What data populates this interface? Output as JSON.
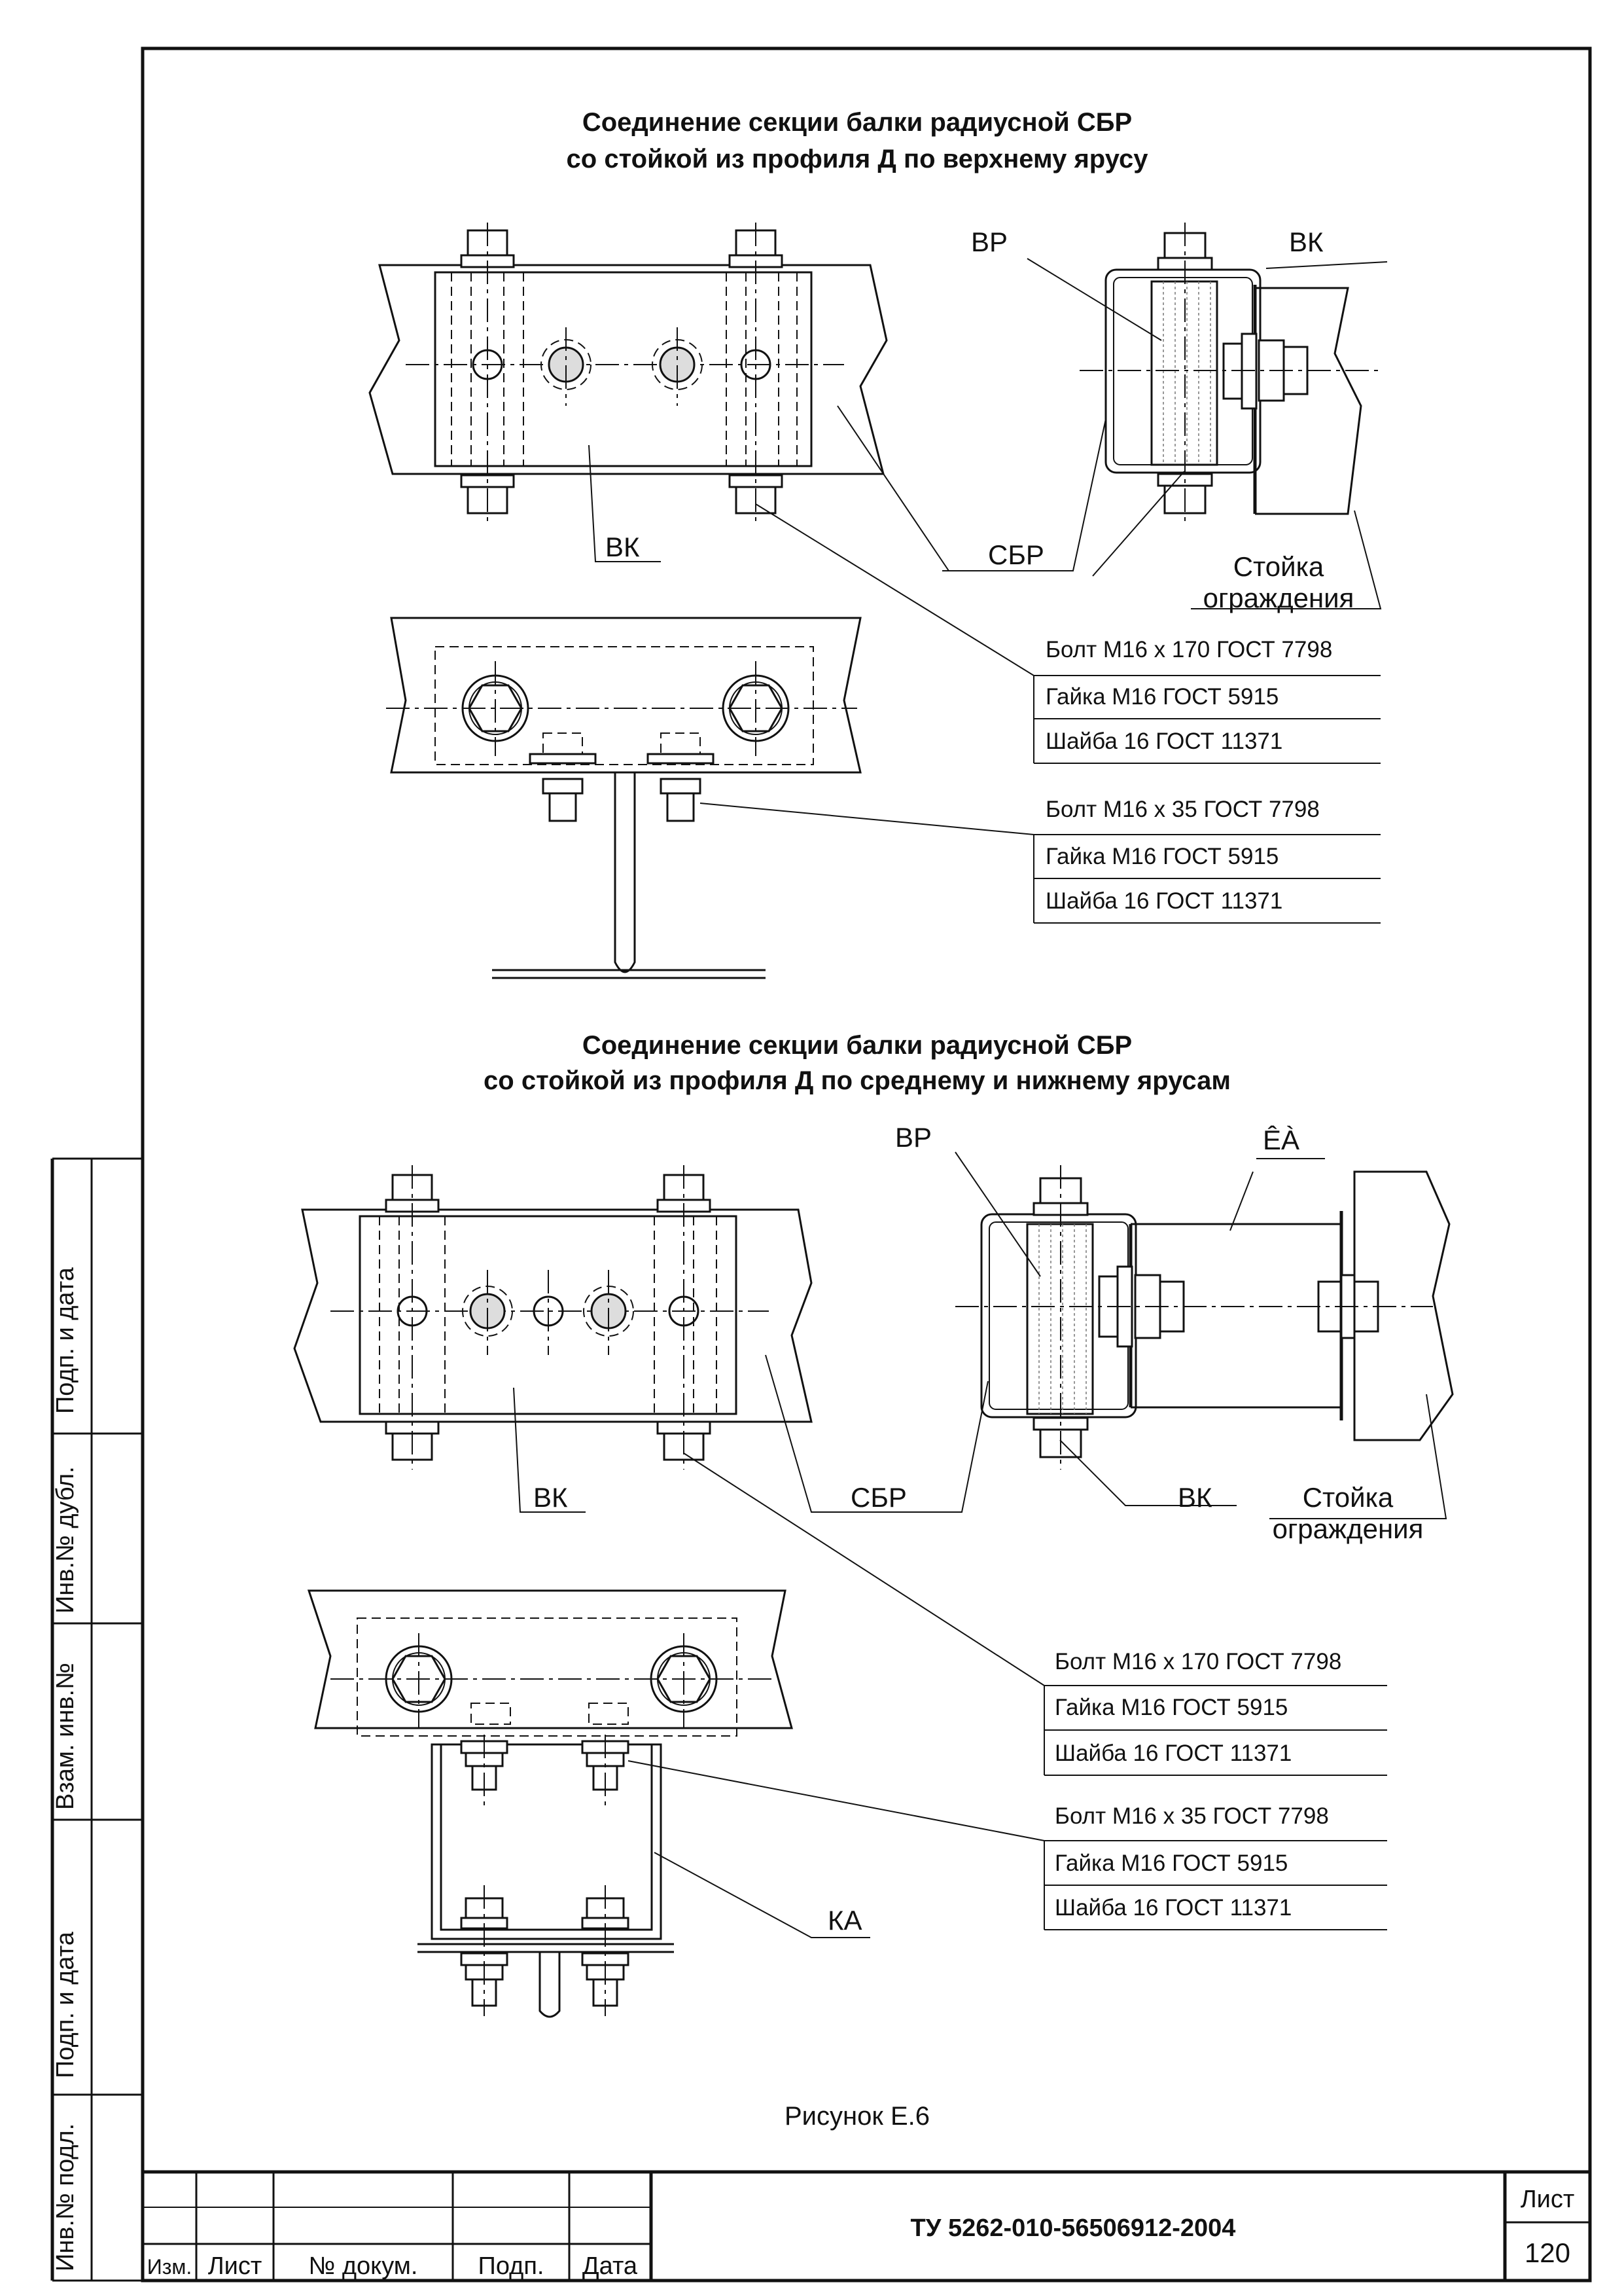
{
  "top": {
    "title_line1": "Соединение секции балки радиусной СБР",
    "title_line2": "со стойкой из профиля Д по верхнему ярусу",
    "labels": {
      "vk_front": "ВК",
      "vr": "ВР",
      "vk_side": "ВК",
      "sbr": "СБР",
      "stoyka_1": "Стойка",
      "stoyka_2": "ограждения"
    },
    "spec_long": [
      "Болт М16 х 170 ГОСТ 7798",
      "Гайка М16 ГОСТ 5915",
      "Шайба 16 ГОСТ 11371"
    ],
    "spec_short": [
      "Болт М16 х 35 ГОСТ 7798",
      "Гайка М16 ГОСТ 5915",
      "Шайба 16 ГОСТ 11371"
    ]
  },
  "bottom": {
    "title_line1": "Соединение секции балки радиусной СБР",
    "title_line2": "со стойкой из профиля Д по среднему и нижнему ярусам",
    "labels": {
      "vr": "ВР",
      "ka_garbled": "ÊÀ",
      "vk_front": "ВК",
      "sbr": "СБР",
      "vk_side": "ВК",
      "stoyka_1": "Стойка",
      "stoyka_2": "ограждения",
      "ka": "КА"
    },
    "spec_long": [
      "Болт М16 х 170 ГОСТ 7798",
      "Гайка М16 ГОСТ 5915",
      "Шайба 16 ГОСТ 11371"
    ],
    "spec_short": [
      "Болт М16 х 35 ГОСТ 7798",
      "Гайка М16 ГОСТ 5915",
      "Шайба 16 ГОСТ 11371"
    ]
  },
  "caption": "Рисунок Е.6",
  "side_stamp": [
    "Подп. и дата",
    "Инв.№ дубл.",
    "Взам. инв.№",
    "Подп. и дата",
    "Инв.№ подл."
  ],
  "title_block": {
    "cols": [
      "Изм.",
      "Лист",
      "№ докум.",
      "Подп.",
      "Дата"
    ],
    "doc_number": "ТУ 5262-010-56506912-2004",
    "sheet_label": "Лист",
    "sheet_number": "120"
  }
}
